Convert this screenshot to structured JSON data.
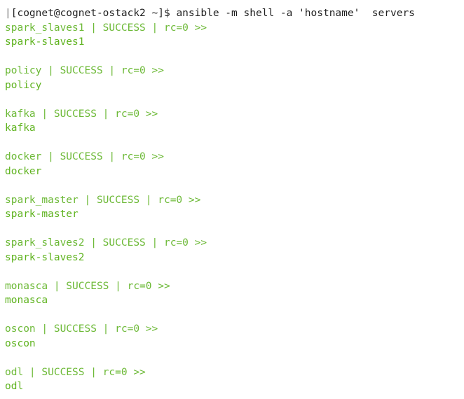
{
  "terminal": {
    "colors": {
      "background": "#ffffff",
      "command_text": "#1f1f1f",
      "output_text": "#5fb31f"
    },
    "command_line": {
      "margin_mark": "|",
      "prompt": "[cognet@cognet-ostack2 ~]$",
      "command": "ansible -m shell -a 'hostname'  servers"
    },
    "results": [
      {
        "status": "spark_slaves1 | SUCCESS | rc=0 >>",
        "output": "spark-slaves1"
      },
      {
        "status": "policy | SUCCESS | rc=0 >>",
        "output": "policy"
      },
      {
        "status": "kafka | SUCCESS | rc=0 >>",
        "output": "kafka"
      },
      {
        "status": "docker | SUCCESS | rc=0 >>",
        "output": "docker"
      },
      {
        "status": "spark_master | SUCCESS | rc=0 >>",
        "output": "spark-master"
      },
      {
        "status": "spark_slaves2 | SUCCESS | rc=0 >>",
        "output": "spark-slaves2"
      },
      {
        "status": "monasca | SUCCESS | rc=0 >>",
        "output": "monasca"
      },
      {
        "status": "oscon | SUCCESS | rc=0 >>",
        "output": "oscon"
      },
      {
        "status": "odl | SUCCESS | rc=0 >>",
        "output": "odl"
      }
    ]
  }
}
